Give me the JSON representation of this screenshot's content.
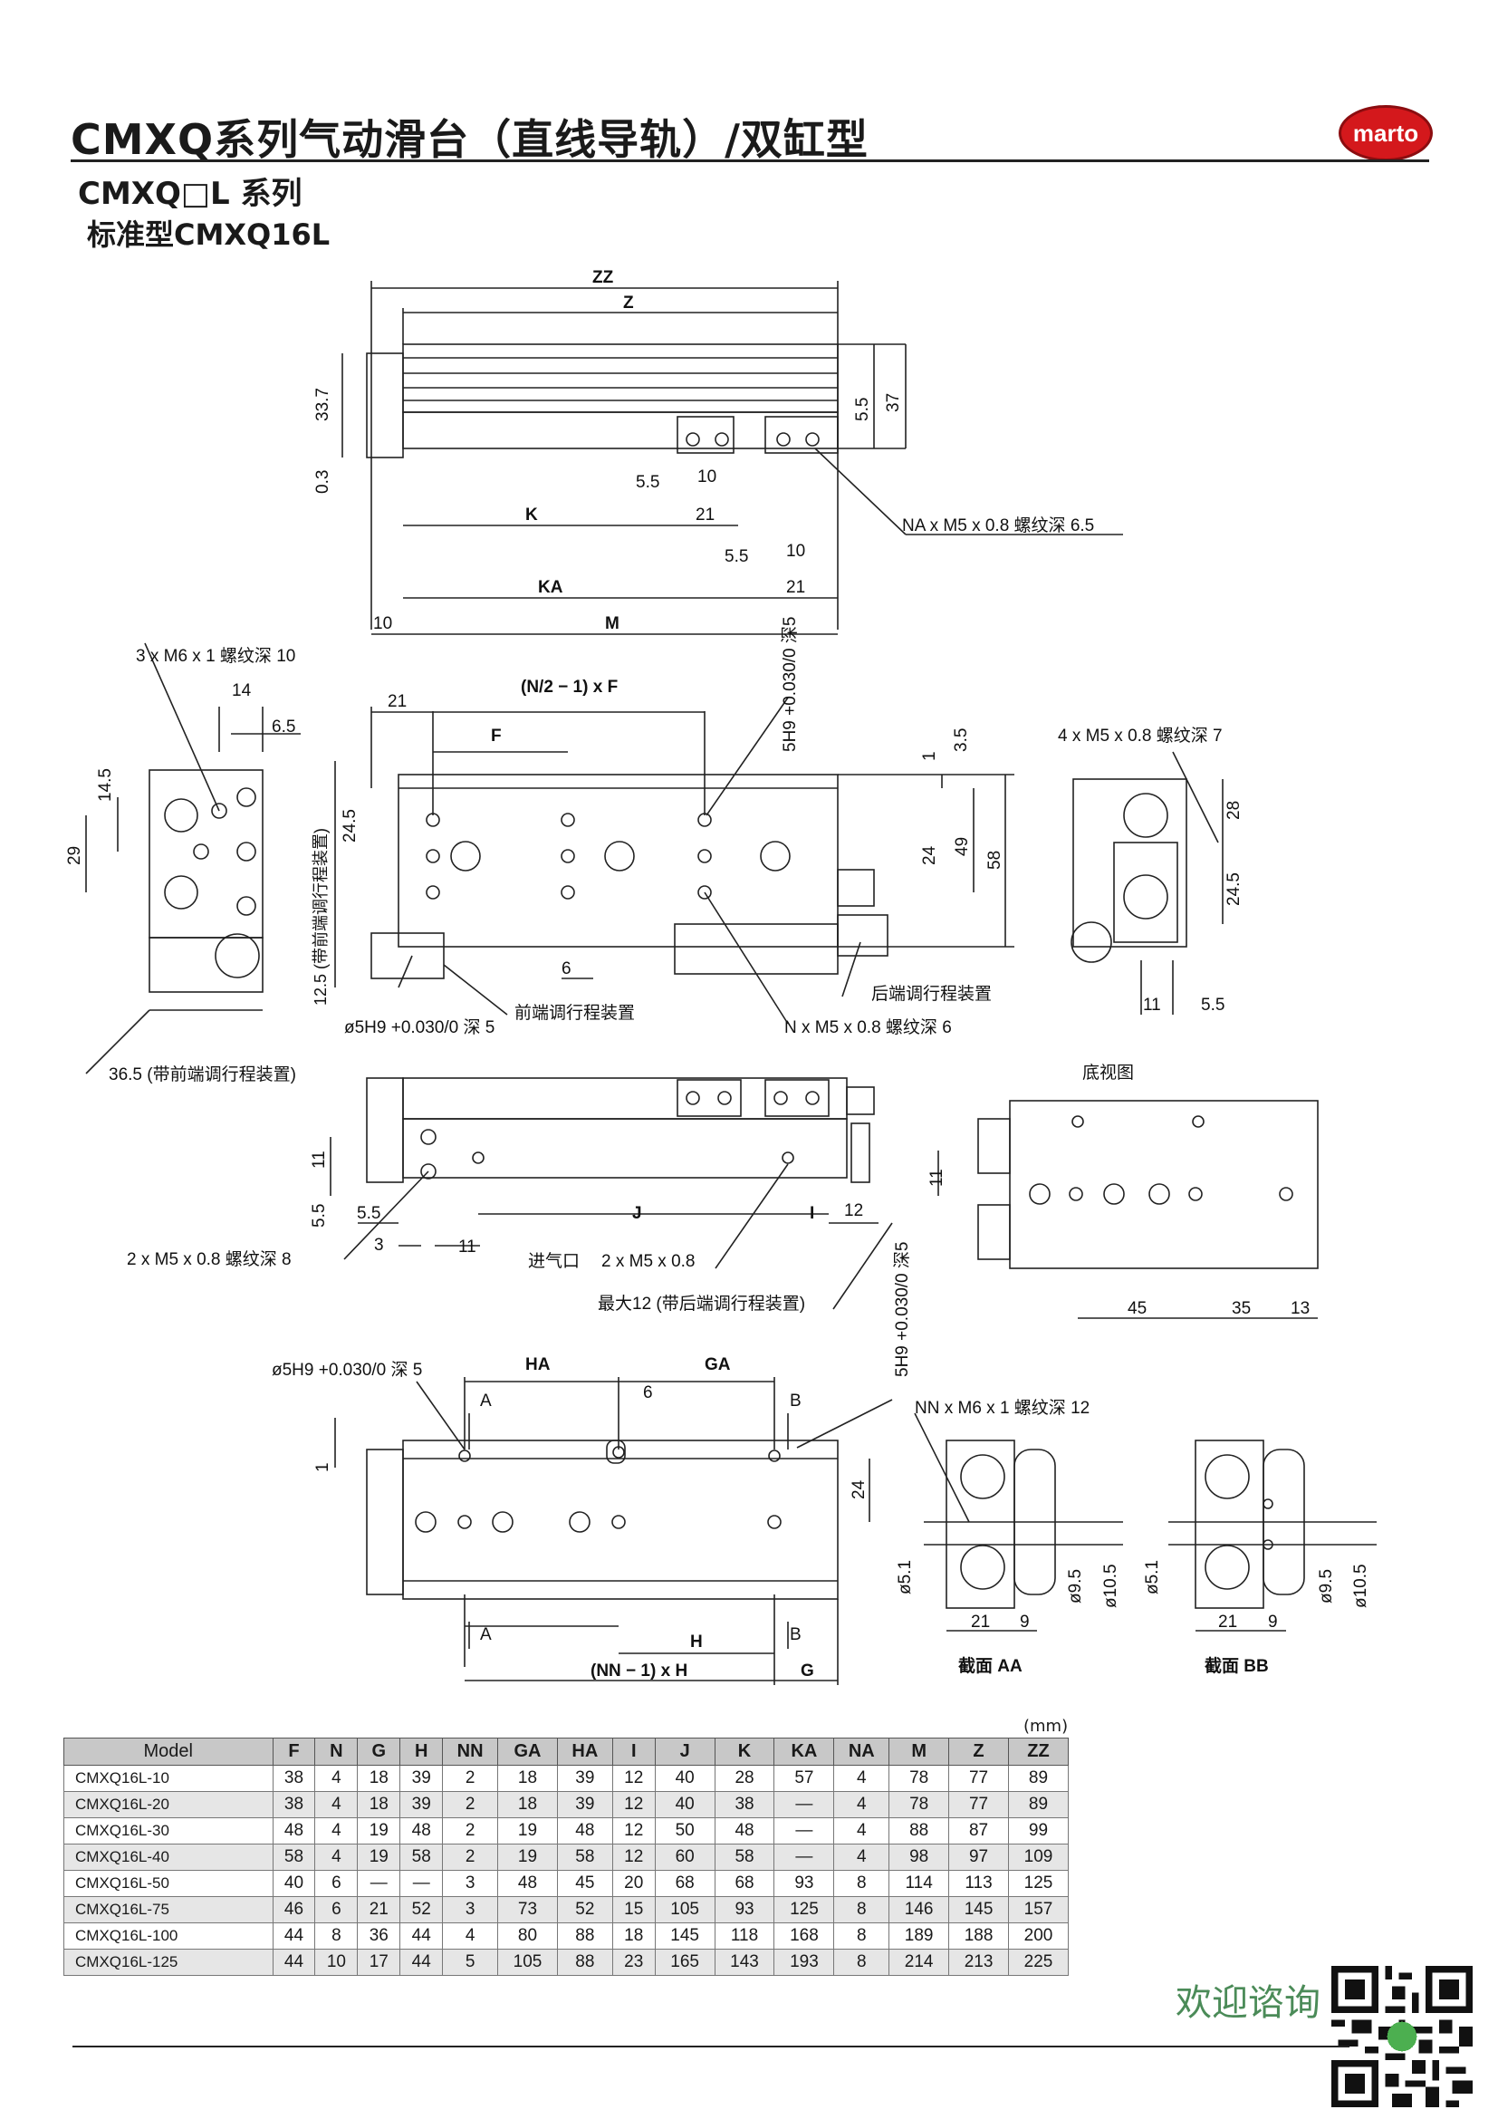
{
  "header": {
    "title": "CMXQ系列气动滑台（直线导轨）/双缸型",
    "logo": "marto",
    "series": "CMXQ□L 系列",
    "model": "标准型CMXQ16L"
  },
  "drawing_labels": {
    "zz": "ZZ",
    "z": "Z",
    "d33_7": "33.7",
    "d0_3": "0.3",
    "d5_5": "5.5",
    "d37": "37",
    "d10": "10",
    "d21": "21",
    "k": "K",
    "ka": "KA",
    "m": "M",
    "na_note": "NA x M5 x 0.8 螺纹深 6.5",
    "m6_note": "3 x M6 x 1 螺纹深 10",
    "d14": "14",
    "d6_5": "6.5",
    "d14_5": "14.5",
    "d29": "29",
    "f": "F",
    "nf_formula": "(N/2 − 1) x F",
    "h9_depth_vert": "5H9 +0.030/0 深5",
    "d3_5": "3.5",
    "d1": "1",
    "d24_5": "24.5",
    "d24": "24",
    "d49": "49",
    "d58": "58",
    "front_adj_side": "12.5 (带前端调行程装置)",
    "d6": "6",
    "h9_note": "ø5H9 +0.030/0 深 5",
    "front_adj": "前端调行程装置",
    "rear_adj": "后端调行程装置",
    "n_note": "N x M5 x 0.8 螺纹深 6",
    "w36_5": "36.5 (带前端调行程装置)",
    "m5_7_note": "4 x M5 x 0.8 螺纹深 7",
    "d28": "28",
    "d11": "11",
    "bottom_view": "底视图",
    "j": "J",
    "i": "I",
    "d12": "12",
    "d3": "3",
    "m5_8_note": "2 x M5 x 0.8 螺纹深 8",
    "inlet": "进气口",
    "m5_inlet": "2 x M5 x 0.8",
    "max12": "最大12 (带后端调行程装置)",
    "d45": "45",
    "d35": "35",
    "d13": "13",
    "ha": "HA",
    "ga": "GA",
    "a": "A",
    "b": "B",
    "h": "H",
    "nnh": "(NN − 1) x H",
    "g": "G",
    "nn_note": "NN x M6 x 1 螺纹深 12",
    "d5_1": "ø5.1",
    "d9_5": "ø9.5",
    "d10_5": "ø10.5",
    "d9": "9",
    "sect_aa": "截面 AA",
    "sect_bb": "截面 BB"
  },
  "table": {
    "unit": "(mm)",
    "columns": [
      "Model",
      "F",
      "N",
      "G",
      "H",
      "NN",
      "GA",
      "HA",
      "I",
      "J",
      "K",
      "KA",
      "NA",
      "M",
      "Z",
      "ZZ"
    ],
    "rows": [
      [
        "CMXQ16L-10",
        "38",
        "4",
        "18",
        "39",
        "2",
        "18",
        "39",
        "12",
        "40",
        "28",
        "57",
        "4",
        "78",
        "77",
        "89"
      ],
      [
        "CMXQ16L-20",
        "38",
        "4",
        "18",
        "39",
        "2",
        "18",
        "39",
        "12",
        "40",
        "38",
        "—",
        "4",
        "78",
        "77",
        "89"
      ],
      [
        "CMXQ16L-30",
        "48",
        "4",
        "19",
        "48",
        "2",
        "19",
        "48",
        "12",
        "50",
        "48",
        "—",
        "4",
        "88",
        "87",
        "99"
      ],
      [
        "CMXQ16L-40",
        "58",
        "4",
        "19",
        "58",
        "2",
        "19",
        "58",
        "12",
        "60",
        "58",
        "—",
        "4",
        "98",
        "97",
        "109"
      ],
      [
        "CMXQ16L-50",
        "40",
        "6",
        "—",
        "—",
        "3",
        "48",
        "45",
        "20",
        "68",
        "68",
        "93",
        "8",
        "114",
        "113",
        "125"
      ],
      [
        "CMXQ16L-75",
        "46",
        "6",
        "21",
        "52",
        "3",
        "73",
        "52",
        "15",
        "105",
        "93",
        "125",
        "8",
        "146",
        "145",
        "157"
      ],
      [
        "CMXQ16L-100",
        "44",
        "8",
        "36",
        "44",
        "4",
        "80",
        "88",
        "18",
        "145",
        "118",
        "168",
        "8",
        "189",
        "188",
        "200"
      ],
      [
        "CMXQ16L-125",
        "44",
        "10",
        "17",
        "44",
        "5",
        "105",
        "88",
        "23",
        "165",
        "143",
        "193",
        "8",
        "214",
        "213",
        "225"
      ]
    ]
  },
  "footer": {
    "welcome": "欢迎谘询"
  },
  "colors": {
    "logo_red": "#d4181c",
    "welcome_green": "#4b8b58",
    "table_header": "#c8c8c8",
    "table_alt": "#e6e6e6"
  }
}
